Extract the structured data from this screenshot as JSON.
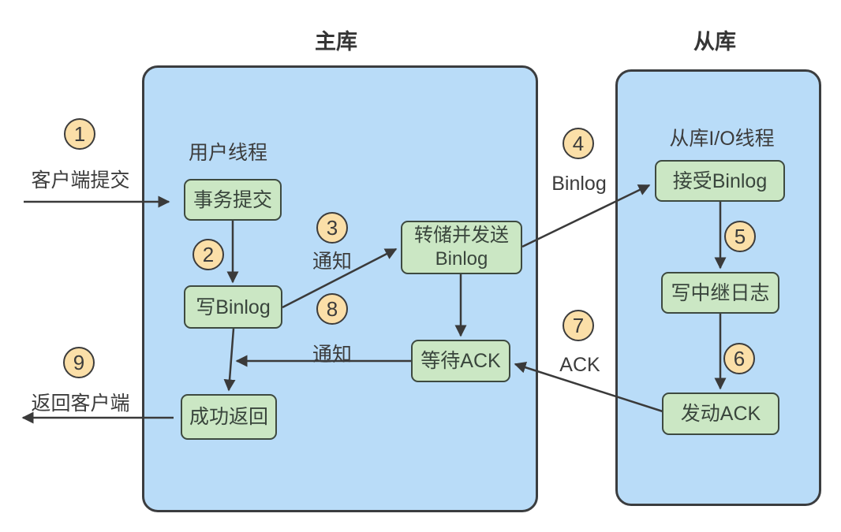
{
  "titles": {
    "master": "主库",
    "slave": "从库"
  },
  "master": {
    "thread_label": "用户线程",
    "boxes": {
      "commit": "事务提交",
      "write_binlog": "写Binlog",
      "dump_send": "转储并发送\nBinlog",
      "wait_ack": "等待ACK",
      "success_return": "成功返回"
    }
  },
  "slave": {
    "thread_label": "从库I/O线程",
    "boxes": {
      "receive_binlog": "接受Binlog",
      "write_relay": "写中继日志",
      "send_ack": "发动ACK"
    }
  },
  "steps": [
    {
      "num": "1",
      "label": "客户端提交"
    },
    {
      "num": "2",
      "label": ""
    },
    {
      "num": "3",
      "label": "通知"
    },
    {
      "num": "4",
      "label": "Binlog"
    },
    {
      "num": "5",
      "label": ""
    },
    {
      "num": "6",
      "label": ""
    },
    {
      "num": "7",
      "label": "ACK"
    },
    {
      "num": "8",
      "label": "通知"
    },
    {
      "num": "9",
      "label": "返回客户端"
    }
  ],
  "colors": {
    "container_fill": "#b9dcf8",
    "box_fill": "#cbe7c4",
    "circle_fill": "#fbdfa8",
    "stroke": "#3a3a3a",
    "text": "#3c3c3c"
  }
}
